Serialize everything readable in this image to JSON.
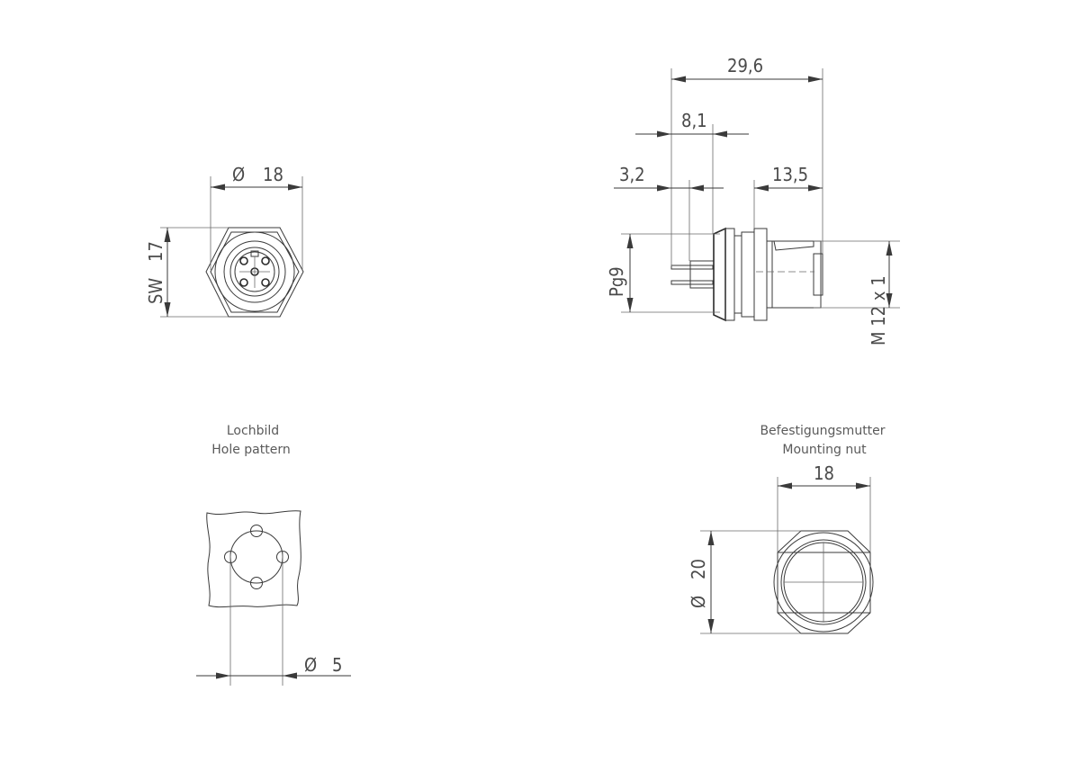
{
  "front_view": {
    "diameter_symbol": "Ø",
    "diameter_value": "18",
    "wrench_label": "SW",
    "wrench_value": "17"
  },
  "side_view": {
    "overall_length": "29,6",
    "dim_b": "8,1",
    "dim_c": "3,2",
    "dim_d": "13,5",
    "thread_left": "Pg9",
    "thread_right": "M 12 x 1"
  },
  "hole_pattern": {
    "title_de": "Lochbild",
    "title_en": "Hole pattern",
    "diameter_symbol": "Ø",
    "diameter_value": "5"
  },
  "mounting_nut": {
    "title_de": "Befestigungsmutter",
    "title_en": "Mounting nut",
    "width_value": "18",
    "diameter_symbol": "Ø",
    "diameter_value": "20"
  }
}
